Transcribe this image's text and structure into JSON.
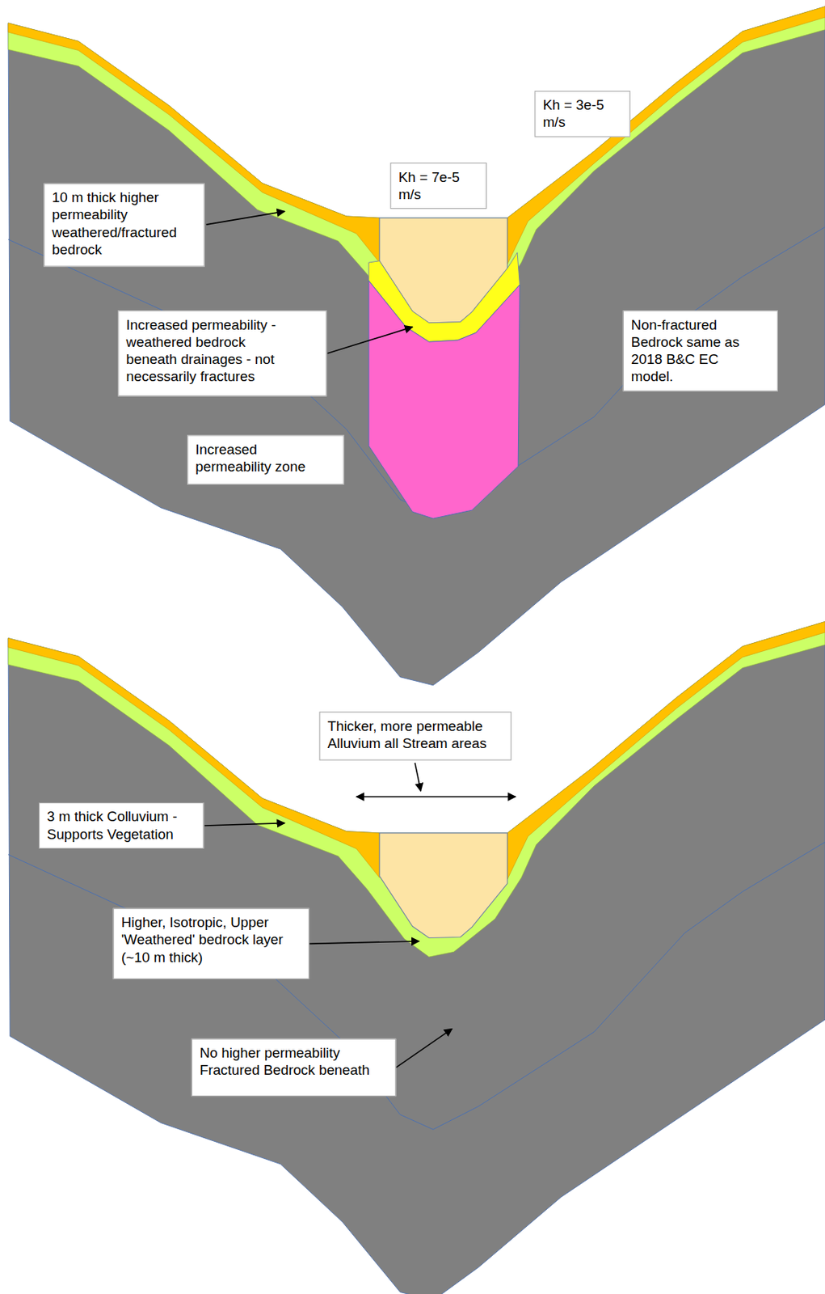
{
  "diagram": {
    "nodes": [
      {
        "text": [
          "Kh = 3e-5 m/s"
        ]
      },
      {
        "text": [
          "Kh = 7e-5 m/s"
        ]
      },
      {
        "text": [
          "10 m thick higher permeability weathered/fractured bedrock"
        ]
      },
      {
        "text": [
          "Increased permeability - weathered bedrock beneath drainages - not necessarily fractures"
        ]
      },
      {
        "text": [
          "Non-fractured Bedrock same as 2018 B&C EC model."
        ]
      },
      {
        "text": [
          "Increased permeability zone"
        ]
      },
      {
        "text": [
          "Thicker, more permeable Alluvium all Stream areas"
        ]
      },
      {
        "text": [
          "3 m thick Colluvium - Supports Vegetation"
        ]
      },
      {
        "text": [
          "Higher, Isotropic, Upper 'Weathered' bedrock layer (~10 m thick)"
        ]
      },
      {
        "text": [
          "No higher permeability Fractured Bedrock beneath"
        ]
      }
    ]
  }
}
